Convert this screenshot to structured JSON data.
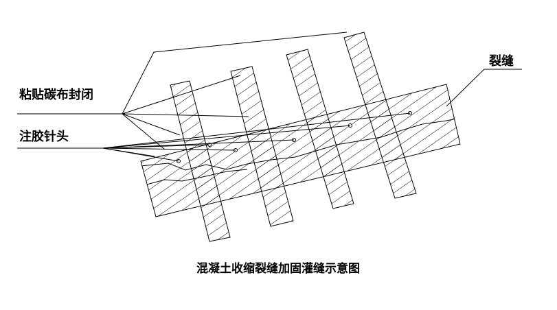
{
  "labels": {
    "carbon_fiber": "粘贴碳布封闭",
    "injection_nozzle": "注胶针头",
    "crack": "裂缝"
  },
  "caption": "混凝土收缩裂缝加固灌缝示意图",
  "colors": {
    "ink": "#000000",
    "background": "#ffffff"
  },
  "elements": {
    "slab": "concrete-slab",
    "strips": [
      "carbon-strip-1",
      "carbon-strip-2",
      "carbon-strip-3",
      "carbon-strip-4"
    ],
    "nozzle_count": 6
  }
}
